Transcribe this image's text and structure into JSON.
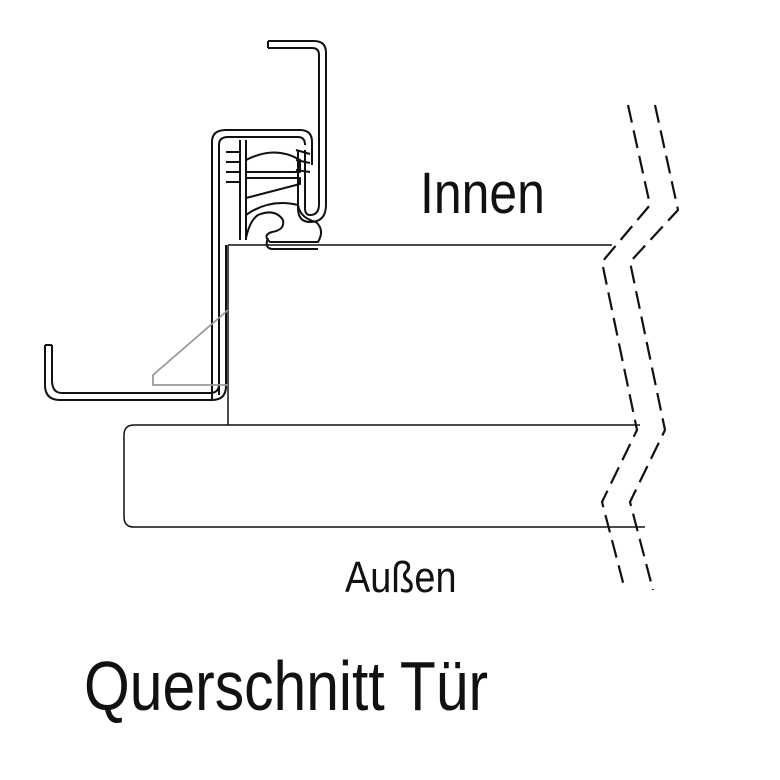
{
  "labels": {
    "inside": "Innen",
    "outside": "Außen",
    "title": "Querschnitt Tür"
  },
  "colors": {
    "line": "#111111",
    "helper": "#999999"
  }
}
